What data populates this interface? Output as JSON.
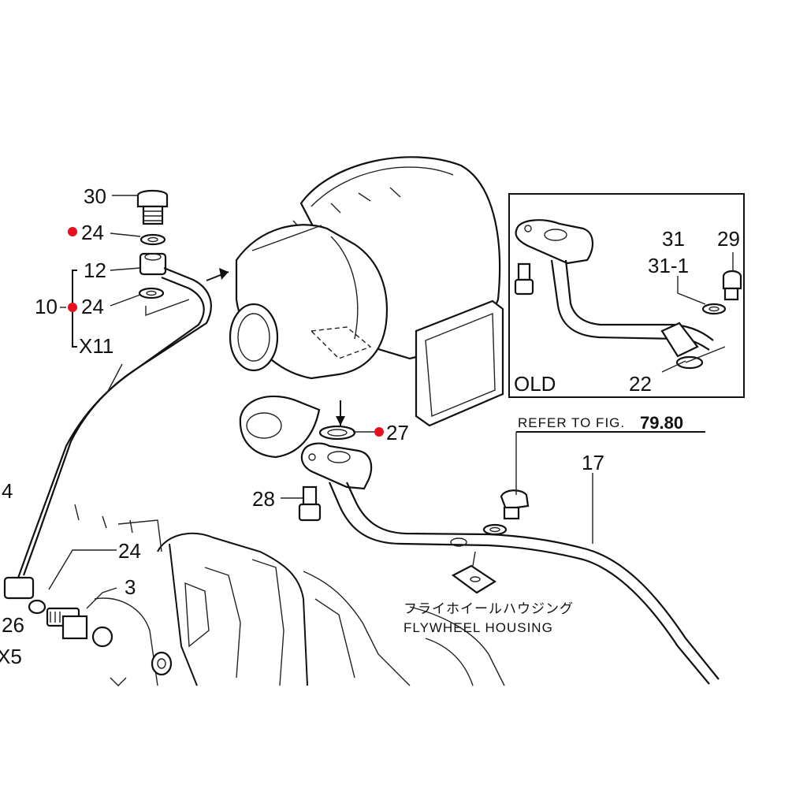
{
  "labels": {
    "p30": "30",
    "p24_top": "24",
    "p12": "12",
    "p10": "10",
    "p24_mid": "24",
    "x11": "X11",
    "p24_low": "24",
    "p3": "3",
    "p26": "26",
    "x5": "X5",
    "p4": "4",
    "p27": "27",
    "p28": "28",
    "p17": "17",
    "p31": "31",
    "p31_1": "31-1",
    "p29": "29",
    "p22": "22",
    "old": "OLD",
    "refer_prefix": "REFER TO FIG.",
    "refer_fig": "79.80",
    "flywheel_jp": "フライホイールハウジング",
    "flywheel_en": "FLYWHEEL HOUSING"
  },
  "colors": {
    "marker": "#e8101e",
    "line": "#111111",
    "background": "#ffffff"
  }
}
